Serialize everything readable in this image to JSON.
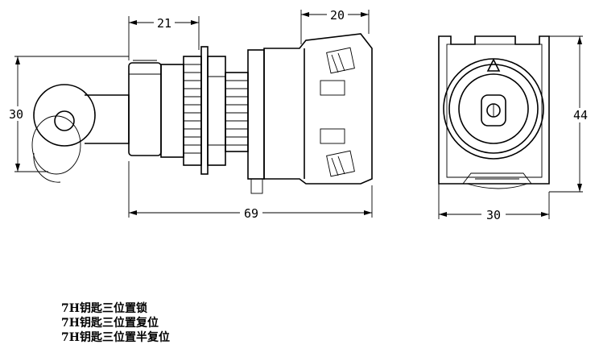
{
  "dimensions": {
    "front_depth_21": "21",
    "rear_depth_20": "20",
    "height_30": "30",
    "total_length_69": "69",
    "side_height_44": "44",
    "side_width_30": "30"
  },
  "variants": [
    "7H钥匙三位置锁",
    "7H钥匙三位置复位",
    "7H钥匙三位置半复位"
  ]
}
